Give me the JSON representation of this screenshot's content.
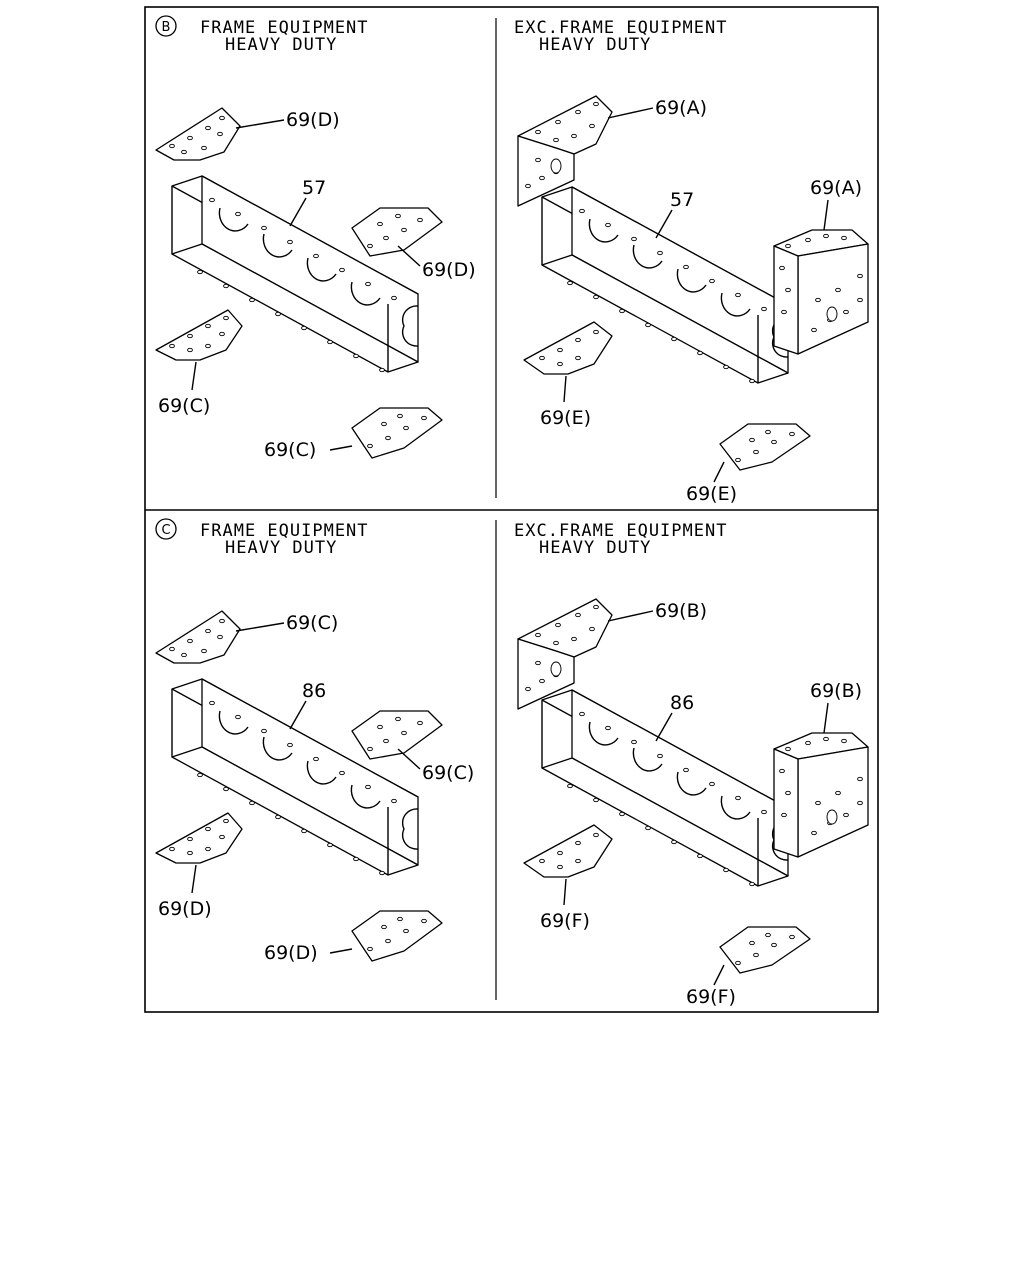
{
  "panels": [
    {
      "id": "B-left",
      "marker": "B",
      "header_line1": "FRAME EQUIPMENT",
      "header_line2": "HEAVY DUTY",
      "beam_ref": "57",
      "ref_top": "69(D)",
      "ref_mid_right": "69(D)",
      "ref_low_left": "69(C)",
      "ref_low_right": "69(C)"
    },
    {
      "id": "B-right",
      "marker": "",
      "header_line1": "EXC.FRAME EQUIPMENT",
      "header_line2": "HEAVY DUTY",
      "beam_ref": "57",
      "ref_top": "69(A)",
      "ref_mid_right": "69(A)",
      "ref_low_left": "69(E)",
      "ref_low_right": "69(E)"
    },
    {
      "id": "C-left",
      "marker": "C",
      "header_line1": "FRAME EQUIPMENT",
      "header_line2": "HEAVY DUTY",
      "beam_ref": "86",
      "ref_top": "69(C)",
      "ref_mid_right": "69(C)",
      "ref_low_left": "69(D)",
      "ref_low_right": "69(D)"
    },
    {
      "id": "C-right",
      "marker": "",
      "header_line1": "EXC.FRAME EQUIPMENT",
      "header_line2": "HEAVY DUTY",
      "beam_ref": "86",
      "ref_top": "69(B)",
      "ref_mid_right": "69(B)",
      "ref_low_left": "69(F)",
      "ref_low_right": "69(F)"
    }
  ]
}
